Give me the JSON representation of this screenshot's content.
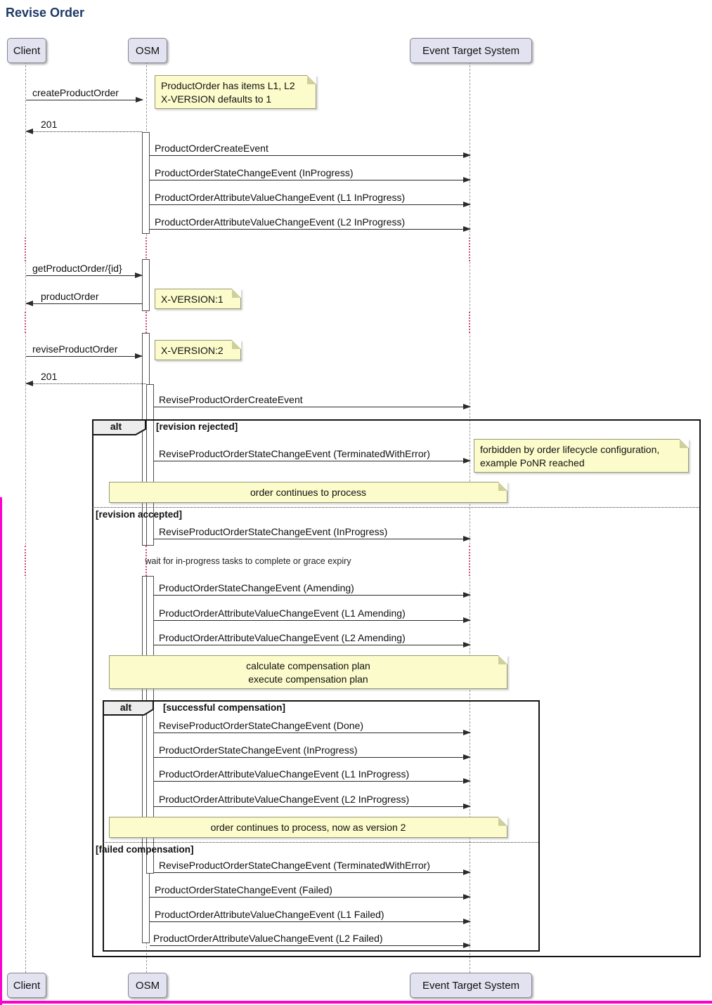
{
  "title": "Revise Order",
  "participants": {
    "client": "Client",
    "osm": "OSM",
    "eventTargetSystem": "Event Target System"
  },
  "messages": {
    "createProductOrder": "createProductOrder",
    "response201": "201",
    "productOrderCreateEvent": "ProductOrderCreateEvent",
    "productOrderStateChangeInProgress": "ProductOrderStateChangeEvent (InProgress)",
    "productOrderAvcL1InProgress": "ProductOrderAttributeValueChangeEvent (L1 InProgress)",
    "productOrderAvcL2InProgress": "ProductOrderAttributeValueChangeEvent (L2 InProgress)",
    "getProductOrder": "getProductOrder/{id}",
    "productOrder": "productOrder",
    "reviseProductOrder": "reviseProductOrder",
    "reviseProductOrderCreateEvent": "ReviseProductOrderCreateEvent",
    "reviseStateTerminatedWithError": "ReviseProductOrderStateChangeEvent (TerminatedWithError)",
    "reviseStateInProgress": "ReviseProductOrderStateChangeEvent (InProgress)",
    "productOrderStateChangeAmending": "ProductOrderStateChangeEvent (Amending)",
    "productOrderAvcL1Amending": "ProductOrderAttributeValueChangeEvent (L1 Amending)",
    "productOrderAvcL2Amending": "ProductOrderAttributeValueChangeEvent (L2 Amending)",
    "reviseStateDone": "ReviseProductOrderStateChangeEvent (Done)",
    "productOrderStateChangeFailed": "ProductOrderStateChangeEvent (Failed)",
    "productOrderAvcL1Failed": "ProductOrderAttributeValueChangeEvent (L1 Failed)",
    "productOrderAvcL2Failed": "ProductOrderAttributeValueChangeEvent (L2 Failed)"
  },
  "notes": {
    "productOrderItemsLine1": "ProductOrder has items L1, L2",
    "productOrderItemsLine2": "X-VERSION defaults to 1",
    "xVersion1": "X-VERSION:1",
    "xVersion2": "X-VERSION:2",
    "forbiddenLine1": "forbidden by order lifecycle configuration,",
    "forbiddenLine2": "example PoNR reached",
    "orderContinues": "order continues to process",
    "calcCompensationPlan": "calculate compensation plan",
    "execCompensationPlan": "execute compensation plan",
    "orderContinuesV2": "order continues to process, now as version 2"
  },
  "fragments": {
    "outerLabel": "alt",
    "innerLabel": "alt",
    "guardRevisionRejected": "[revision rejected]",
    "guardRevisionAccepted": "[revision accepted]",
    "guardSuccessfulCompensation": "[successful compensation]",
    "guardFailedCompensation": "[failed compensation]"
  },
  "delayText": "wait for in-progress tasks to complete or grace expiry",
  "colors": {
    "titleColor": "#1d3a68",
    "participantFill": "#e2e2f0",
    "noteFill": "#fbfbcb",
    "delayDotColor": "#c94f72",
    "fragmentBorder": "#141414",
    "artifactMagenta": "#ff00cc"
  }
}
